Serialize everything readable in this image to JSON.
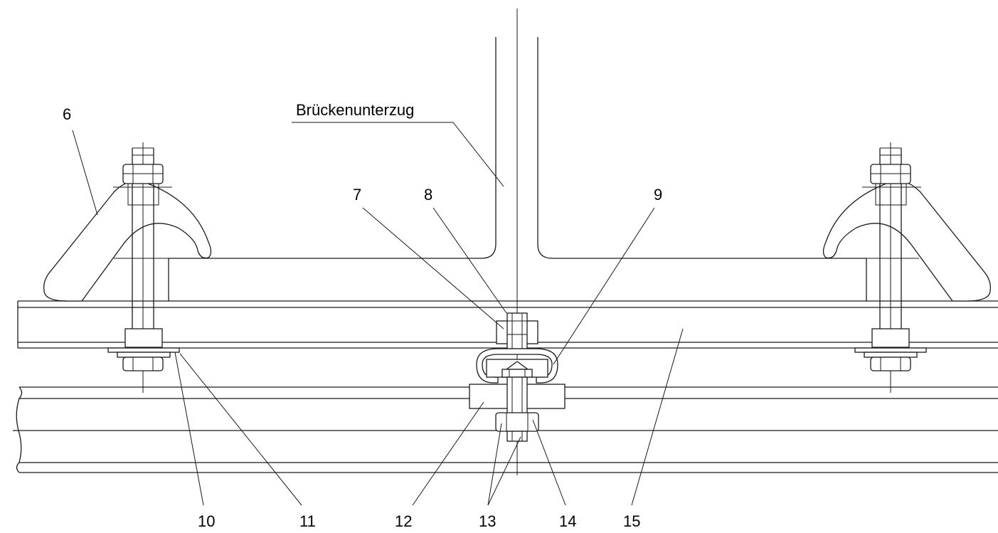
{
  "caption_label": "Brückenunterzug",
  "callouts": [
    "6",
    "7",
    "8",
    "9",
    "10",
    "11",
    "12",
    "13",
    "14",
    "15"
  ]
}
